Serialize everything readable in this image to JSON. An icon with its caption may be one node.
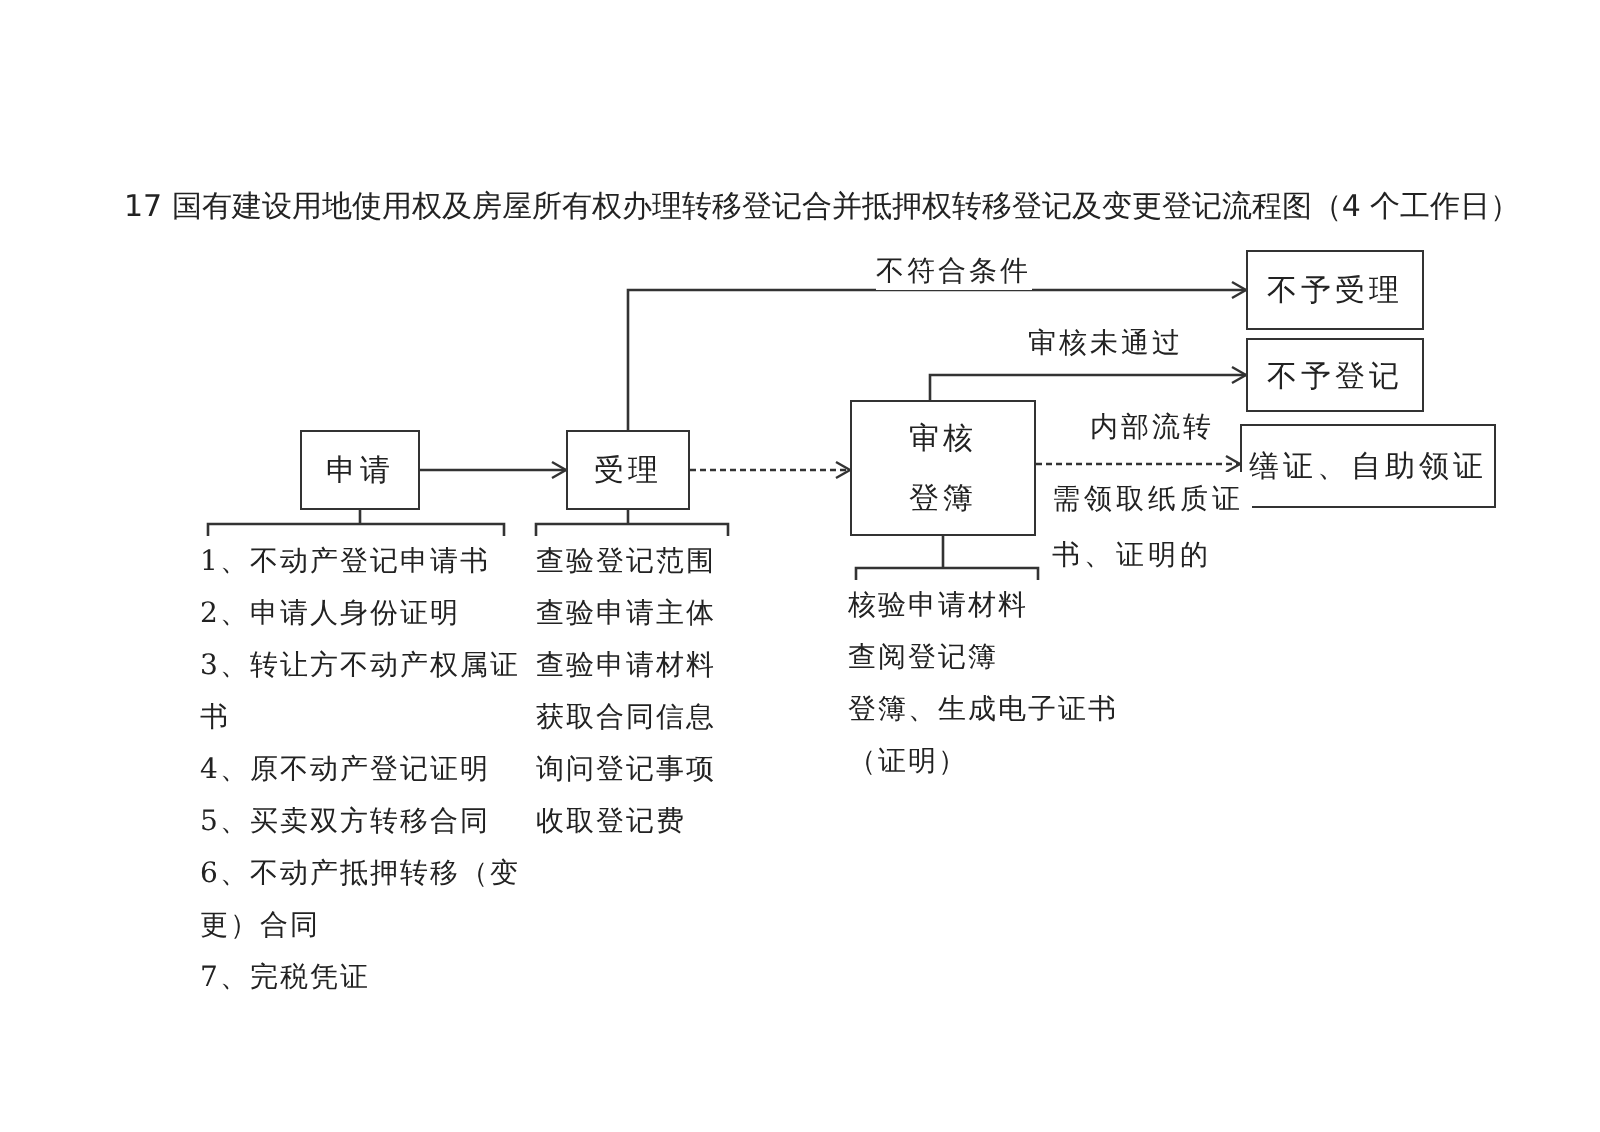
{
  "diagram": {
    "title": "17 国有建设用地使用权及房屋所有权办理转移登记合并抵押权转移登记及变更登记流程图（4 个工作日）",
    "nodes": [
      {
        "text": [
          "申请"
        ]
      },
      {
        "text": [
          "受理"
        ]
      },
      {
        "text": [
          "审核登簿"
        ]
      },
      {
        "text": [
          "不予受理"
        ]
      },
      {
        "text": [
          "不予登记"
        ]
      },
      {
        "text": [
          "缮证、自助领证"
        ]
      },
      {
        "text": [
          "1、不动产登记申请书",
          "2、申请人身份证明",
          "3、转让方不动产权属证书",
          "4、原不动产登记证明",
          "5、买卖双方转移合同",
          "6、不动产抵押转移（变更）合同",
          "7、完税凭证"
        ]
      },
      {
        "text": [
          "查验登记范围",
          "查验申请主体",
          "查验申请材料",
          "获取合同信息",
          "询问登记事项",
          "收取登记费"
        ]
      },
      {
        "text": [
          "核验申请材料",
          "查阅登记簿",
          "登簿、生成电子证书（证明）"
        ]
      }
    ],
    "edges": [
      {
        "from": 0,
        "to": 1,
        "arrow": "to"
      },
      {
        "from": 1,
        "to": 2,
        "arrow": "to",
        "style": "dashed"
      },
      {
        "from": 1,
        "to": 3,
        "arrow": "to",
        "label": "不符合条件"
      },
      {
        "from": 2,
        "to": 4,
        "arrow": "to",
        "label": "审核未通过"
      },
      {
        "from": 2,
        "to": 5,
        "arrow": "to",
        "style": "dashed",
        "label": "内部流转"
      },
      {
        "from": 0,
        "to": 6,
        "arrow": "none"
      },
      {
        "from": 1,
        "to": 7,
        "arrow": "none"
      },
      {
        "from": 2,
        "to": 8,
        "arrow": "none"
      }
    ],
    "labels": [
      "需领取纸质证书、证明的"
    ]
  }
}
